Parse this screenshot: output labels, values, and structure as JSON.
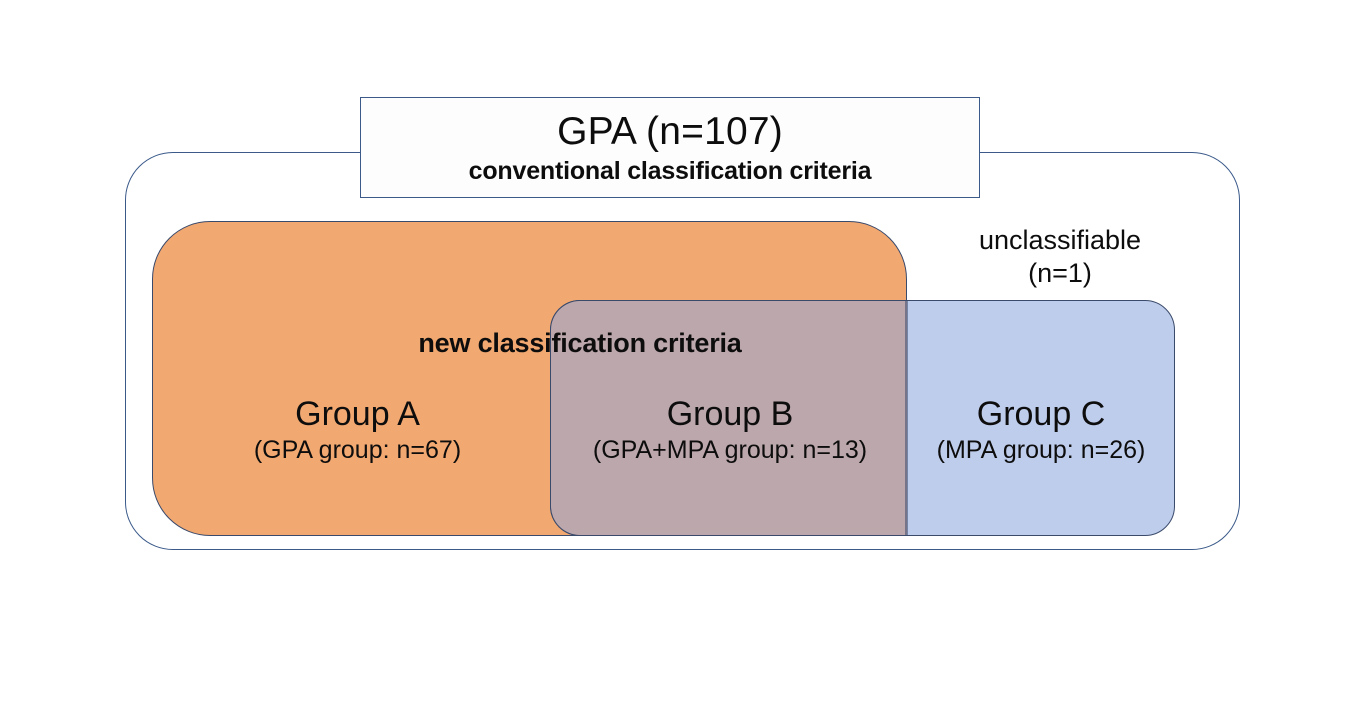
{
  "diagram": {
    "header": {
      "title": "GPA (n=107)",
      "subtitle": "conventional classification criteria"
    },
    "new_criteria_label": "new classification criteria",
    "unclassifiable": {
      "label": "unclassifiable",
      "count": "(n=1)"
    },
    "groups": [
      {
        "id": "group-a",
        "title": "Group A",
        "subtitle": "(GPA  group: n=67)",
        "color": "#f2a871"
      },
      {
        "id": "group-b",
        "title": "Group B",
        "subtitle": "(GPA+MPA  group: n=13)",
        "color": "#bca7ac"
      },
      {
        "id": "group-c",
        "title": "Group C",
        "subtitle": "(MPA  group: n=26)",
        "color": "#bfcdec"
      }
    ],
    "colors": {
      "outline": "#3b5a8a",
      "shape_outline": "#3a4a6b",
      "orange": "#f2a871",
      "blue": "#bfcdec",
      "overlap": "#bca7ac",
      "background": "#ffffff",
      "text": "#0d0d0d"
    }
  }
}
